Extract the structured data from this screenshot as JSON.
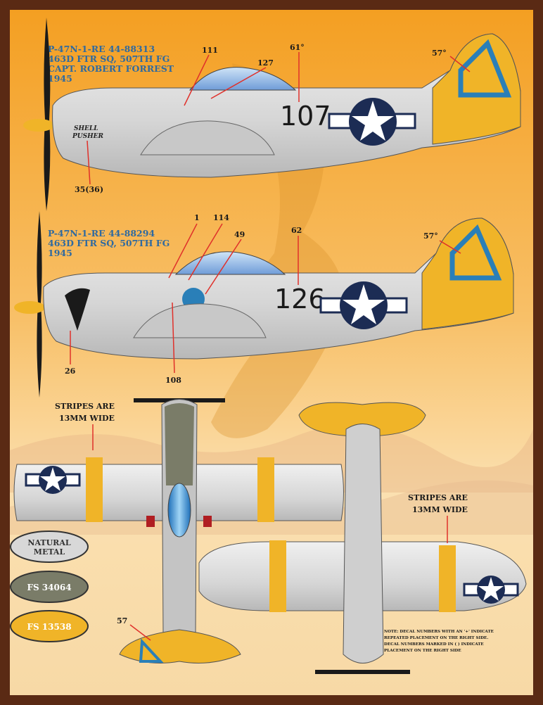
{
  "aircraft": [
    {
      "title_lines": [
        "P-47N-1-RE 44-88313",
        "463D FTR SQ, 507TH FG",
        "CAPT. ROBERT FORREST",
        "1945"
      ],
      "fuselage_number": "107",
      "nose_art": [
        "SHELL",
        "PUSHER"
      ],
      "callouts": [
        "111",
        "127",
        "61°",
        "57°",
        "35(36)"
      ]
    },
    {
      "title_lines": [
        "P-47N-1-RE 44-88294",
        "463D FTR SQ, 507TH FG",
        "1945"
      ],
      "fuselage_number": "126",
      "callouts": [
        "1",
        "114",
        "49",
        "62",
        "57°",
        "26",
        "108"
      ]
    }
  ],
  "top_view": {
    "stripe_note": [
      "STRIPES ARE",
      "13MM WIDE"
    ],
    "callout": "57"
  },
  "bottom_view": {
    "stripe_note": [
      "STRIPES ARE",
      "13MM WIDE"
    ]
  },
  "swatches": [
    {
      "label": [
        "NATURAL",
        "METAL"
      ],
      "color": "#d8d8d8",
      "text_color": "#333333"
    },
    {
      "label": [
        "FS 34064"
      ],
      "color": "#7a7c68",
      "text_color": "#ffffff"
    },
    {
      "label": [
        "FS 13538"
      ],
      "color": "#f0b428",
      "text_color": "#ffffff"
    }
  ],
  "note": [
    "NOTE: DECAL NUMBERS WITH AN '+' INDICATE",
    "REPEATED PLACEMENT ON THE RIGHT SIDE.",
    "DECAL NUMBERS MARKED IN ( ) INDICATE",
    "PLACEMENT ON THE RIGHT SIDE"
  ],
  "colors": {
    "border": "#5a2a14",
    "bg_top": "#f5a42a",
    "bg_bottom": "#fbe6c0",
    "insignia_blue": "#1c2c54",
    "triangle_blue": "#2a7fb8",
    "yellow": "#f0b428"
  }
}
